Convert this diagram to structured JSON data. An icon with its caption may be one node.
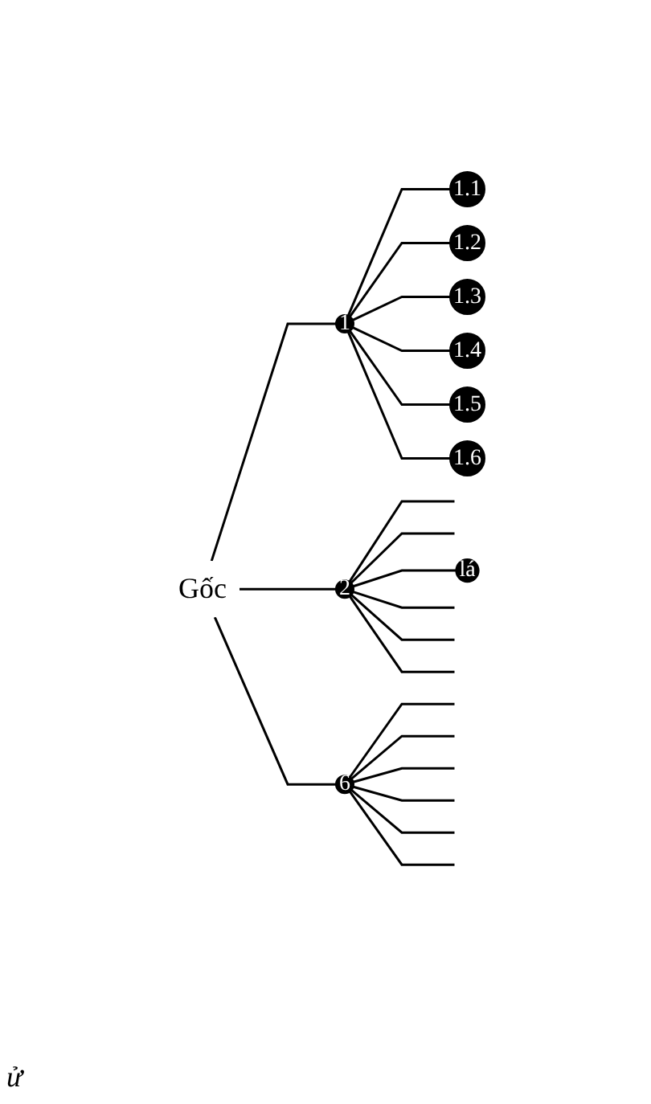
{
  "diagram": {
    "nodes": [
      {
        "text": [
          "Gốc"
        ]
      },
      {
        "text": [
          "1"
        ]
      },
      {
        "text": [
          "2"
        ]
      },
      {
        "text": [
          "6"
        ]
      },
      {
        "text": [
          "1.1"
        ]
      },
      {
        "text": [
          "1.2"
        ]
      },
      {
        "text": [
          "1.3"
        ]
      },
      {
        "text": [
          "1.4"
        ]
      },
      {
        "text": [
          "1.5"
        ]
      },
      {
        "text": [
          "1.6"
        ]
      },
      {
        "text": [
          "lá"
        ]
      }
    ],
    "edges": [
      {
        "from": 0,
        "to": 1,
        "arrow": "none"
      },
      {
        "from": 0,
        "to": 2,
        "arrow": "none"
      },
      {
        "from": 0,
        "to": 3,
        "arrow": "none"
      },
      {
        "from": 1,
        "to": 4,
        "arrow": "none"
      },
      {
        "from": 1,
        "to": 5,
        "arrow": "none"
      },
      {
        "from": 1,
        "to": 6,
        "arrow": "none"
      },
      {
        "from": 1,
        "to": 7,
        "arrow": "none"
      },
      {
        "from": 1,
        "to": 8,
        "arrow": "none"
      },
      {
        "from": 1,
        "to": 9,
        "arrow": "none"
      },
      {
        "from": 2,
        "to": null,
        "arrow": "none"
      },
      {
        "from": 2,
        "to": null,
        "arrow": "none"
      },
      {
        "from": 2,
        "to": 10,
        "arrow": "none"
      },
      {
        "from": 2,
        "to": null,
        "arrow": "none"
      },
      {
        "from": 2,
        "to": null,
        "arrow": "none"
      },
      {
        "from": 2,
        "to": null,
        "arrow": "none"
      },
      {
        "from": 3,
        "to": null,
        "arrow": "none"
      },
      {
        "from": 3,
        "to": null,
        "arrow": "none"
      },
      {
        "from": 3,
        "to": null,
        "arrow": "none"
      },
      {
        "from": 3,
        "to": null,
        "arrow": "none"
      },
      {
        "from": 3,
        "to": null,
        "arrow": "none"
      },
      {
        "from": 3,
        "to": null,
        "arrow": "none"
      }
    ],
    "labels": [
      "ử"
    ]
  }
}
